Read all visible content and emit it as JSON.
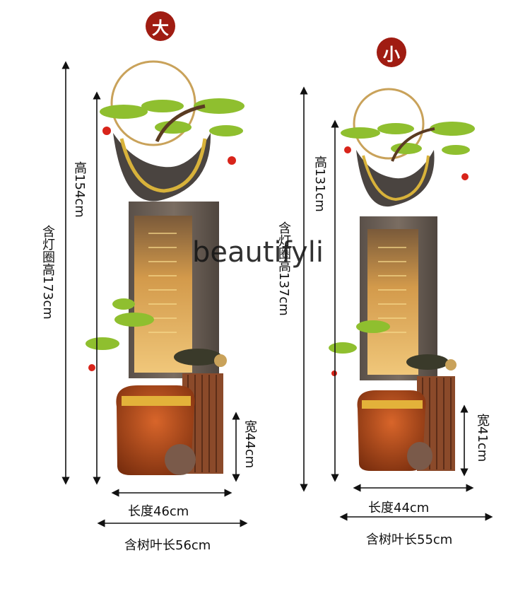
{
  "large": {
    "badge": "大",
    "height_total": "含灯圈高173cm",
    "height_body": "高154cm",
    "width": "宽44cm",
    "length": "长度46cm",
    "length_leaves": "含树叶长56cm"
  },
  "small": {
    "badge": "小",
    "height_total": "含灯圈高137cm",
    "height_body": "高131cm",
    "width": "宽41cm",
    "length": "长度44cm",
    "length_leaves": "含树叶长55cm"
  },
  "watermark": "beautifyli",
  "colors": {
    "badge": "#a01c12",
    "pillar": "#6c5f55",
    "water_panel": "#c88a3e",
    "pot": "#c4581a",
    "pine": "#8fbf2f",
    "ring": "#c9a25a"
  }
}
